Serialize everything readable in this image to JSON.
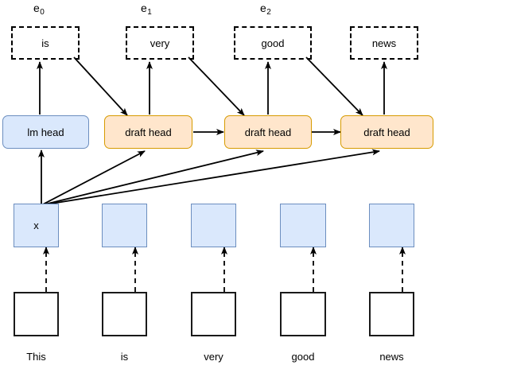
{
  "diagram": {
    "title": "Speculative decoding draft heads diagram",
    "colors": {
      "state_fill": "#dae8fc",
      "state_stroke": "#6c8ebf",
      "draft_fill": "#ffe6cc",
      "draft_stroke": "#d79b00",
      "input_stroke": "#1a1a1a",
      "edge": "#000000"
    },
    "e_labels": [
      {
        "base": "e",
        "sub": "0"
      },
      {
        "base": "e",
        "sub": "1"
      },
      {
        "base": "e",
        "sub": "2"
      }
    ],
    "token_boxes": [
      {
        "label": "is"
      },
      {
        "label": "very"
      },
      {
        "label": "good"
      },
      {
        "label": "news"
      }
    ],
    "heads": [
      {
        "label": "lm head",
        "kind": "lm"
      },
      {
        "label": "draft head",
        "kind": "draft"
      },
      {
        "label": "draft head",
        "kind": "draft"
      },
      {
        "label": "draft head",
        "kind": "draft"
      }
    ],
    "states": [
      {
        "label": "x"
      },
      {
        "label": ""
      },
      {
        "label": ""
      },
      {
        "label": ""
      },
      {
        "label": ""
      }
    ],
    "inputs": [
      {
        "label": ""
      },
      {
        "label": ""
      },
      {
        "label": ""
      },
      {
        "label": ""
      },
      {
        "label": ""
      }
    ],
    "words": [
      {
        "label": "This"
      },
      {
        "label": "is"
      },
      {
        "label": "very"
      },
      {
        "label": "good"
      },
      {
        "label": "news"
      }
    ]
  }
}
